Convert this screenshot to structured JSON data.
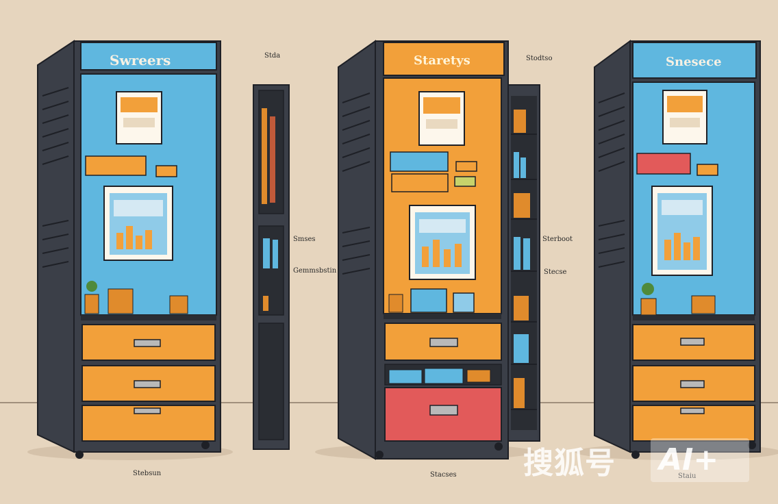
{
  "colors": {
    "background": "#e6d5be",
    "frame": "#3b3f48",
    "blue": "#5fb7df",
    "orange": "#f2a03a",
    "red": "#e25a5a",
    "screen": "#fdf7ec"
  },
  "cabinets": [
    {
      "header": "Swreers",
      "bottom_label": "Stebsun"
    },
    {
      "header": "Staretys",
      "bottom_label": "Stacses"
    },
    {
      "header": "Snesece",
      "bottom_label": "Staiu"
    }
  ],
  "side_labels": {
    "top_left": "Stda",
    "mid_left_1": "Smses",
    "mid_left_2": "Gemmsbstin",
    "top_right": "Stodtso",
    "mid_right_1": "Sterboot",
    "mid_right_2": "Stecse"
  },
  "watermark": {
    "brand": "搜狐号",
    "badge": "AI+"
  }
}
